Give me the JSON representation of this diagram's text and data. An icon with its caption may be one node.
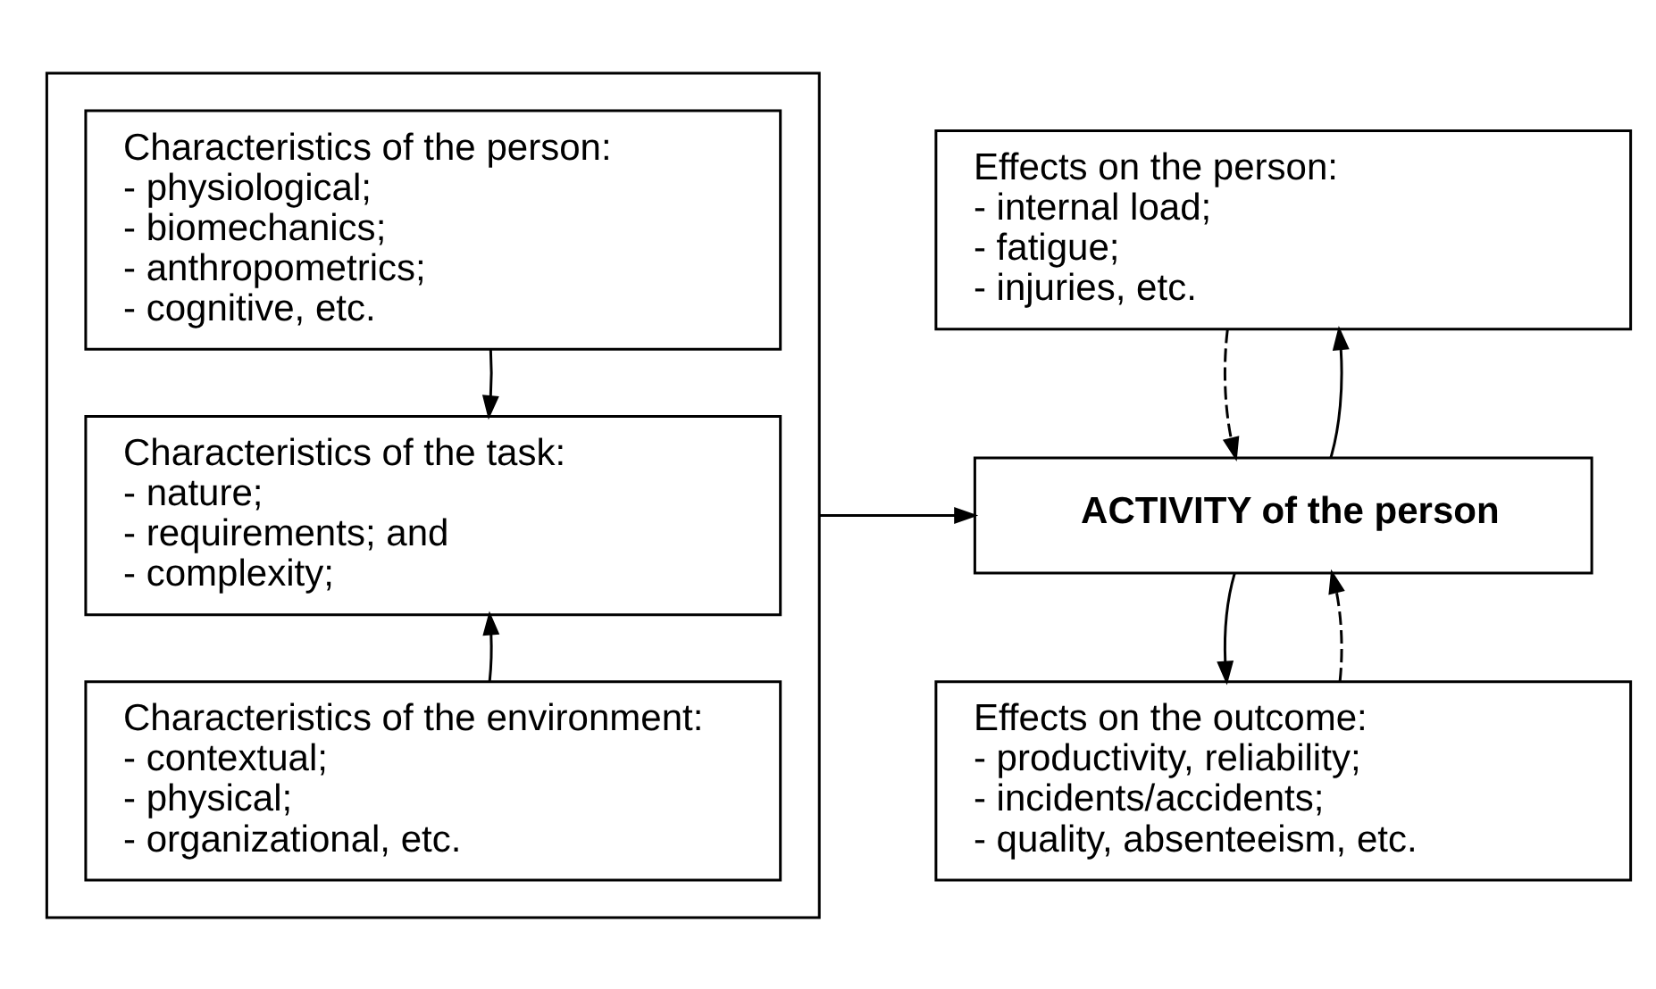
{
  "diagram": {
    "nodes": [
      {
        "text": [],
        "shape": "box"
      },
      {
        "text": [
          "Characteristics of the person:",
          "- physiological;",
          "- biomechanics;",
          "- anthropometrics;",
          "- cognitive, etc."
        ],
        "in": 0
      },
      {
        "text": [
          "Characteristics of the task:",
          "- nature;",
          "- requirements; and",
          "- complexity;"
        ],
        "in": 0
      },
      {
        "text": [
          "Characteristics of the environment:",
          "- contextual;",
          "- physical;",
          "- organizational, etc."
        ],
        "in": 0
      },
      {
        "text": [
          "Effects on the person:",
          "- internal load;",
          "- fatigue;",
          "- injuries, etc."
        ]
      },
      {
        "text": [
          "ACTIVITY of the person"
        ]
      },
      {
        "text": [
          "Effects on the outcome:",
          "- productivity, reliability;",
          "- incidents/accidents;",
          "- quality, absenteeism, etc."
        ]
      }
    ],
    "edges": [
      {
        "from": 1,
        "to": 2,
        "arrow": "to"
      },
      {
        "from": 3,
        "to": 2,
        "arrow": "to"
      },
      {
        "from": 0,
        "to": 5,
        "arrow": "to"
      },
      {
        "from": 4,
        "to": 5,
        "arrow": "to",
        "style": "dashed"
      },
      {
        "from": 5,
        "to": 4,
        "arrow": "to"
      },
      {
        "from": 5,
        "to": 6,
        "arrow": "to"
      },
      {
        "from": 6,
        "to": 5,
        "arrow": "to",
        "style": "dashed"
      }
    ]
  }
}
